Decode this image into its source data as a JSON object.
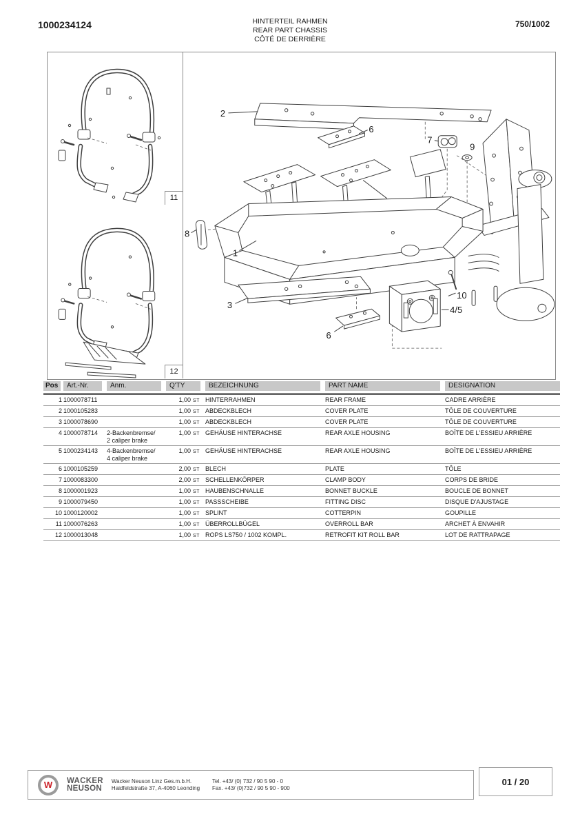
{
  "header": {
    "doc_number": "1000234124",
    "title_de": "HINTERTEIL RAHMEN",
    "title_en": "REAR PART CHASSIS",
    "title_fr": "CÔTÉ DE DERRIÈRE",
    "page_ref": "750/1002"
  },
  "diagram": {
    "inset_top_label": "11",
    "inset_bottom_label": "12",
    "callouts": {
      "c1": "1",
      "c2": "2",
      "c3": "3",
      "c45": "4/5",
      "c6a": "6",
      "c6b": "6",
      "c7": "7",
      "c8": "8",
      "c9": "9",
      "c10": "10"
    }
  },
  "table": {
    "columns": [
      "Pos",
      "Art.-Nr.",
      "Anm.",
      "Q'TY",
      "BEZEICHNUNG",
      "PART NAME",
      "DESIGNATION"
    ],
    "rows": [
      {
        "pos": "1",
        "artnr": "1000078711",
        "anm": "",
        "qty": "1,00",
        "unit": "ST",
        "bezeichnung": "HINTERRAHMEN",
        "part_name": "REAR FRAME",
        "designation": "CADRE ARRIÈRE"
      },
      {
        "pos": "2",
        "artnr": "1000105283",
        "anm": "",
        "qty": "1,00",
        "unit": "ST",
        "bezeichnung": "ABDECKBLECH",
        "part_name": "COVER PLATE",
        "designation": "TÔLE DE COUVERTURE"
      },
      {
        "pos": "3",
        "artnr": "1000078690",
        "anm": "",
        "qty": "1,00",
        "unit": "ST",
        "bezeichnung": "ABDECKBLECH",
        "part_name": "COVER PLATE",
        "designation": "TÔLE DE COUVERTURE"
      },
      {
        "pos": "4",
        "artnr": "1000078714",
        "anm": "2-Backenbremse/\n2 caliper brake",
        "qty": "1,00",
        "unit": "ST",
        "bezeichnung": "GEHÄUSE HINTERACHSE",
        "part_name": "REAR AXLE HOUSING",
        "designation": "BOÎTE DE L'ESSIEU ARRIÈRE"
      },
      {
        "pos": "5",
        "artnr": "1000234143",
        "anm": "4-Backenbremse/\n4 caliper brake",
        "qty": "1,00",
        "unit": "ST",
        "bezeichnung": "GEHÄUSE HINTERACHSE",
        "part_name": "REAR AXLE HOUSING",
        "designation": "BOÎTE DE L'ESSIEU ARRIÈRE"
      },
      {
        "pos": "6",
        "artnr": "1000105259",
        "anm": "",
        "qty": "2,00",
        "unit": "ST",
        "bezeichnung": "BLECH",
        "part_name": "PLATE",
        "designation": "TÔLE"
      },
      {
        "pos": "7",
        "artnr": "1000083300",
        "anm": "",
        "qty": "2,00",
        "unit": "ST",
        "bezeichnung": "SCHELLENKÖRPER",
        "part_name": "CLAMP BODY",
        "designation": "CORPS DE BRIDE"
      },
      {
        "pos": "8",
        "artnr": "1000001923",
        "anm": "",
        "qty": "1,00",
        "unit": "ST",
        "bezeichnung": "HAUBENSCHNALLE",
        "part_name": "BONNET BUCKLE",
        "designation": "BOUCLE DE BONNET"
      },
      {
        "pos": "9",
        "artnr": "1000079450",
        "anm": "",
        "qty": "1,00",
        "unit": "ST",
        "bezeichnung": "PASSSCHEIBE",
        "part_name": "FITTING DISC",
        "designation": "DISQUE D'AJUSTAGE"
      },
      {
        "pos": "10",
        "artnr": "1000120002",
        "anm": "",
        "qty": "1,00",
        "unit": "ST",
        "bezeichnung": "SPLINT",
        "part_name": "COTTERPIN",
        "designation": "GOUPILLE"
      },
      {
        "pos": "11",
        "artnr": "1000076263",
        "anm": "",
        "qty": "1,00",
        "unit": "ST",
        "bezeichnung": "ÜBERROLLBÜGEL",
        "part_name": "OVERROLL BAR",
        "designation": "ARCHET À ENVAHIR"
      },
      {
        "pos": "12",
        "artnr": "1000013048",
        "anm": "",
        "qty": "1,00",
        "unit": "ST",
        "bezeichnung": "ROPS LS750 / 1002 KOMPL.",
        "part_name": "RETROFIT KIT ROLL BAR",
        "designation": "LOT DE RATTRAPAGE"
      }
    ]
  },
  "footer": {
    "brand_line1": "WACKER",
    "brand_line2": "NEUSON",
    "logo_letter": "W",
    "company_line1": "Wacker Neuson Linz  Ges.m.b.H.",
    "company_line2": "Haidfeldstraße 37, A-4060 Leonding",
    "tel": "Tel. +43/ (0) 732 / 90 5 90 - 0",
    "fax": "Fax. +43/ (0)732 / 90 5 90 - 900",
    "page": "01 / 20",
    "brand_red": "#cc2229",
    "brand_gray": "#58585a"
  }
}
